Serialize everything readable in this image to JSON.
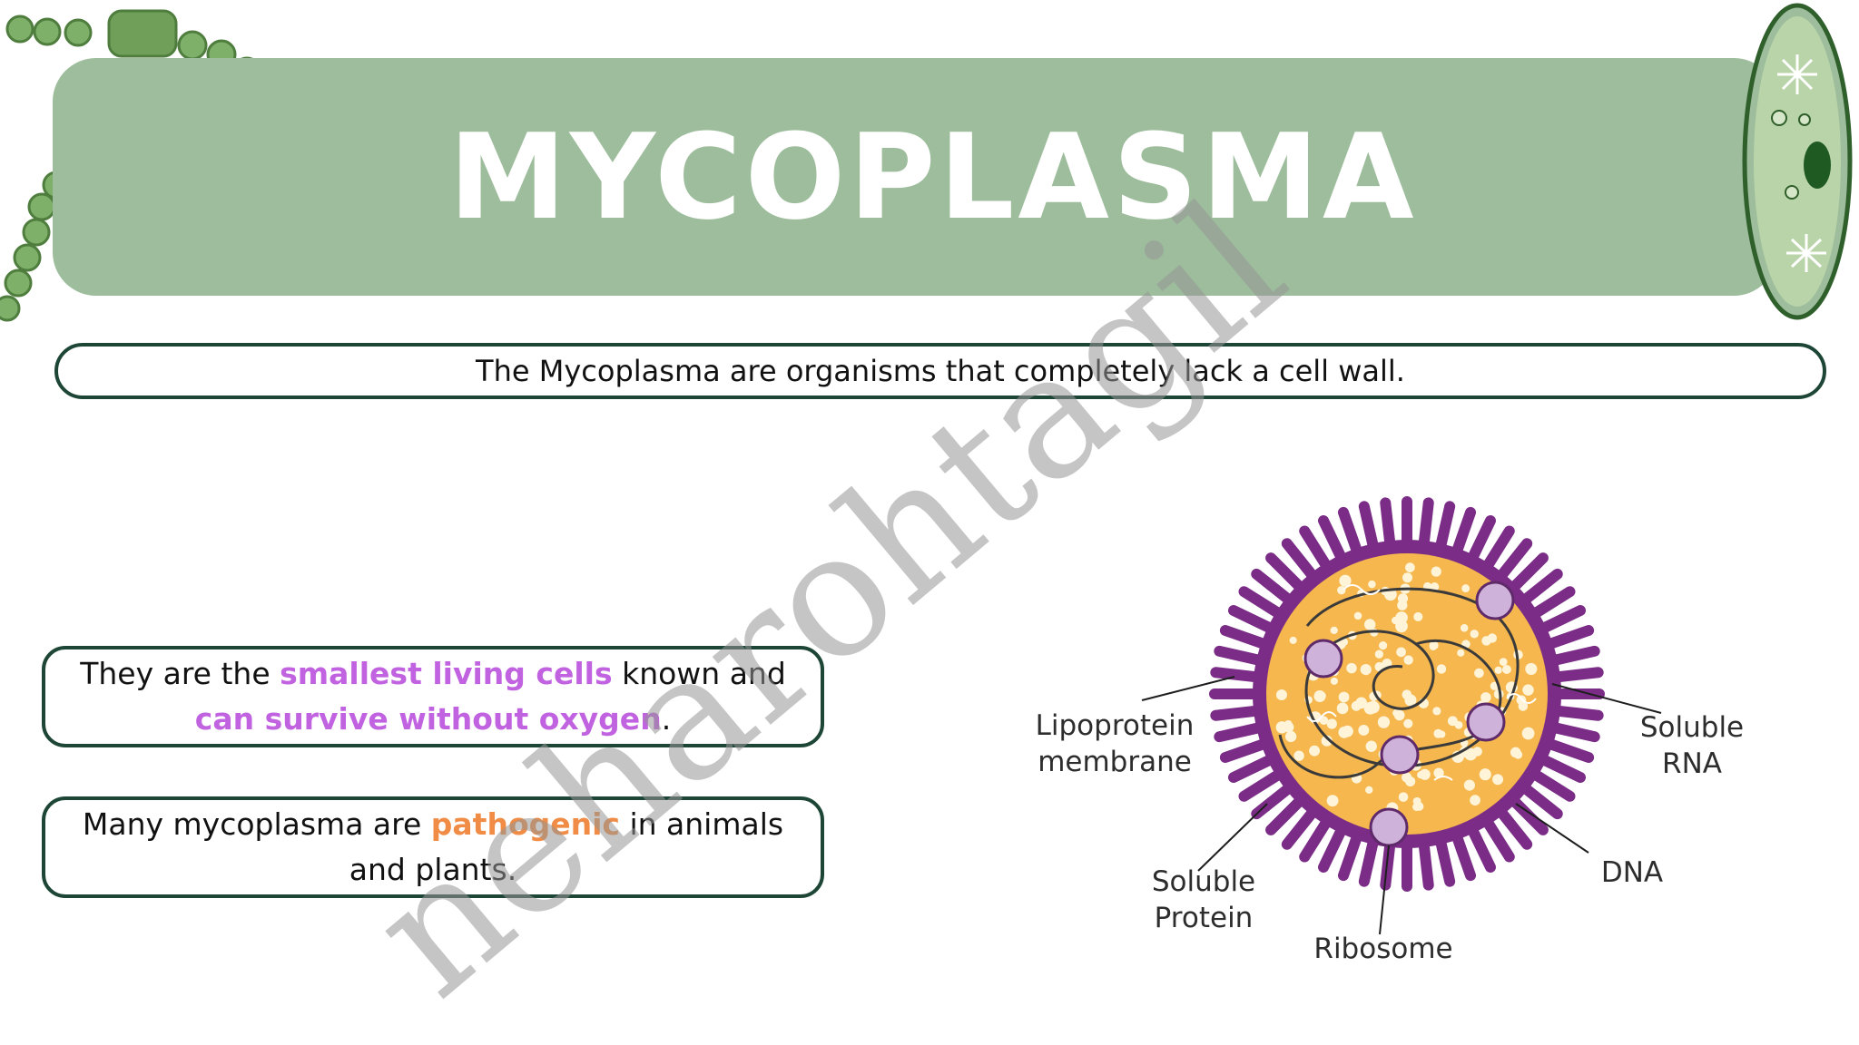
{
  "slide": {
    "title": "MYCOPLASMA",
    "definition": "The Mycoplasma are organisms that completely lack a cell wall.",
    "fact1": {
      "part1": "They are the ",
      "highlight1": "smallest living cells",
      "part2": " known and ",
      "highlight2": "can survive without oxygen",
      "part3": "."
    },
    "fact2": {
      "part1": "Many mycoplasma are ",
      "highlight1": "pathogenic",
      "part2": " in animals and plants."
    }
  },
  "diagram": {
    "labels": {
      "lipoprotein_line1": "Lipoprotein",
      "lipoprotein_line2": "membrane",
      "soluble_rna_line1": "Soluble",
      "soluble_rna_line2": "RNA",
      "dna": "DNA",
      "soluble_protein_line1": "Soluble",
      "soluble_protein_line2": "Protein",
      "ribosome": "Ribosome"
    }
  },
  "watermark": "neharohtagil",
  "colors": {
    "banner": "#9dbd9c",
    "box_border": "#1e4637",
    "highlight_purple": "#c163e0",
    "highlight_orange": "#f08c46",
    "membrane": "#7a2c86",
    "cytoplasm": "#f5b74e"
  }
}
